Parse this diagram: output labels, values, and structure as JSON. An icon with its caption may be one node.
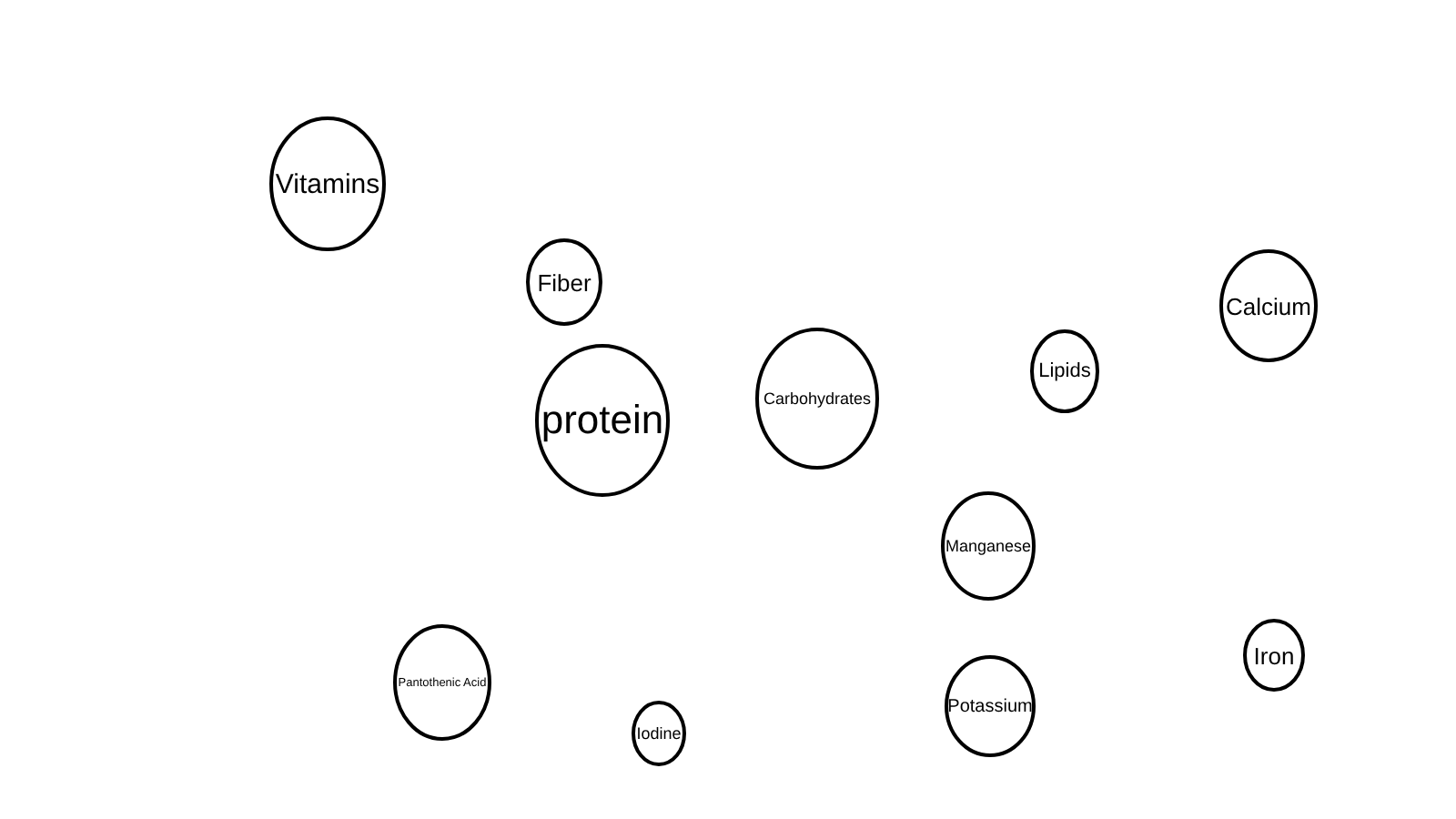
{
  "diagram": {
    "nodes": [
      {
        "text": [
          "Vitamins"
        ]
      },
      {
        "text": [
          "Fiber"
        ]
      },
      {
        "text": [
          "protein"
        ]
      },
      {
        "text": [
          "Carbohydrates"
        ]
      },
      {
        "text": [
          "Lipids"
        ]
      },
      {
        "text": [
          "Calcium"
        ]
      },
      {
        "text": [
          "Manganese"
        ]
      },
      {
        "text": [
          "Pantothenic Acid"
        ]
      },
      {
        "text": [
          "Iodine"
        ]
      },
      {
        "text": [
          "Potassium"
        ]
      },
      {
        "text": [
          "Iron"
        ]
      }
    ]
  }
}
